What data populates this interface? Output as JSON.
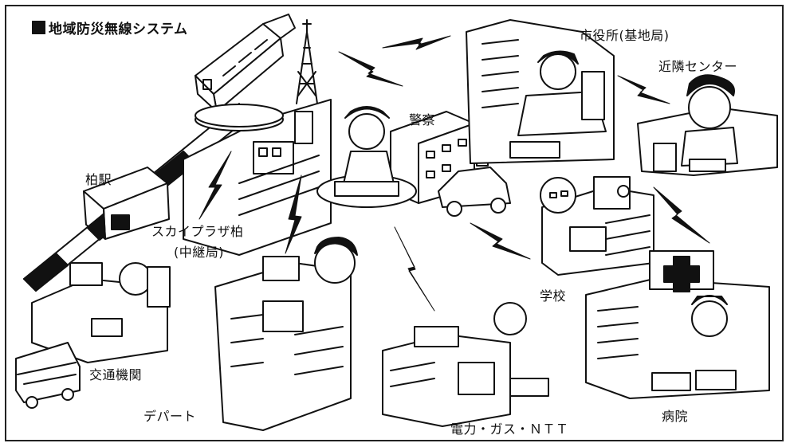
{
  "title": "地域防災無線システム",
  "labels": {
    "city_office": "市役所(基地局)",
    "neighborhood": "近隣センター",
    "police": "警察",
    "station": "柏駅",
    "relay_1": "スカイプラザ柏",
    "relay_2": "(中継局)",
    "school": "学校",
    "hospital": "病院",
    "transport": "交通機関",
    "department_store": "デパート",
    "utilities": "電力・ガス・ＮＴＴ"
  },
  "colors": {
    "ink": "#111111",
    "paper": "#ffffff",
    "shade": "#333333"
  }
}
